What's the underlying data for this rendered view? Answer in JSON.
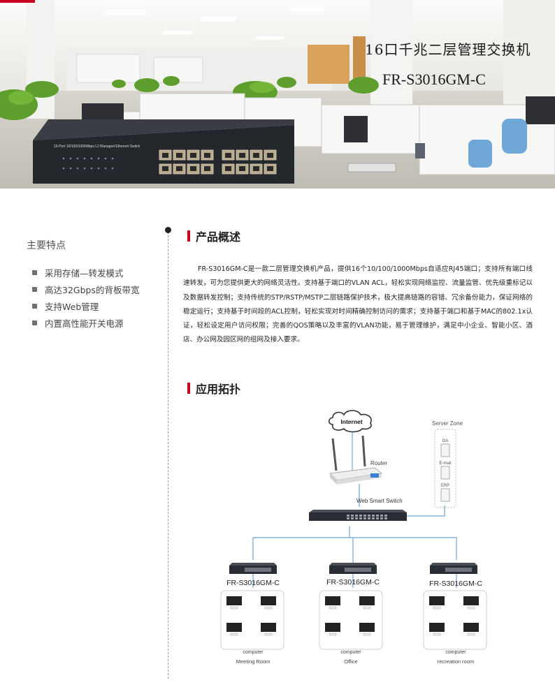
{
  "banner": {
    "title": "16口千兆二层管理交换机",
    "model": "FR-S3016GM-C",
    "switch_label": "16-Port 10/100/1000Mbps L2 Managed Ethernet Switch"
  },
  "features": {
    "title": "主要特点",
    "items": [
      "采用存储—转发模式",
      "高达32Gbps的背板带宽",
      "支持Web管理",
      "内置高性能开关电源"
    ]
  },
  "overview": {
    "heading": "产品概述",
    "text": "FR-S3016GM-C是一款二层管理交换机产品，提供16个10/100/1000Mbps自适应RJ45端口；支持所有端口线速转发，可为您提供更大的网络灵活性。支持基于端口的VLAN ACL，轻松实现网络监控、流量监管、优先级重标记以及数据转发控制；支持传统的STP/RSTP/MSTP二层链路保护技术，极大提高链路的容错、冗余备份能力，保证网络的稳定运行；支持基于时间段的ACL控制，轻松实现对时间精确控制访问的需求；支持基于端口和基于MAC的802.1x认证，轻松设定用户访问权限；完善的QOS策略以及丰富的VLAN功能，易于管理维护，满足中小企业、智能小区、酒店、办公网及园区网的组网及接入要求。"
  },
  "topology": {
    "heading": "应用拓扑",
    "internet": "Internet",
    "router": "Router",
    "server_zone": "Server Zone",
    "servers": [
      "OA",
      "E-mail",
      "ERP"
    ],
    "core_switch": "Web Smart Switch",
    "branches": [
      {
        "switch": "FR-S3016GM-C",
        "computers_label": "computer",
        "room": "Meeting Room"
      },
      {
        "switch": "FR-S3016GM-C",
        "computers_label": "computer",
        "room": "Office"
      },
      {
        "switch": "FR-S3016GM-C",
        "computers_label": "computer",
        "room": "recreation room"
      }
    ]
  },
  "colors": {
    "accent": "#c8001e",
    "link_line": "#6aa6d8",
    "switch_body": "#2a2d33"
  }
}
